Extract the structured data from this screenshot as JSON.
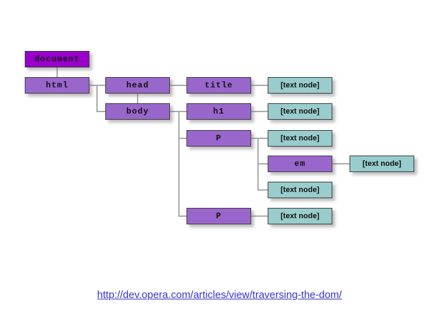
{
  "slide": {
    "background": "#ffffff",
    "footer_link": "http://dev.opera.com/articles/view/traversing-the-dom/"
  },
  "tree": {
    "type": "dom-tree-diagram",
    "root": "document",
    "labels": {
      "document": "document",
      "html": "html",
      "head": "head",
      "body": "body",
      "title": "title",
      "h1": "h1",
      "p1": "p",
      "em": "em",
      "p2": "p",
      "text_node": "[text node]"
    },
    "structure": [
      "document > html",
      "html > head, body",
      "head > title",
      "title > [text node]",
      "body > h1, p, p",
      "h1 > [text node]",
      "p(1) > [text node], em, [text node]",
      "em > [text node]",
      "p(2) > [text node]"
    ]
  },
  "colors": {
    "document_fill": "#9900cc",
    "element_fill": "#9966cc",
    "text_node_fill": "#99cccc",
    "connector": "#ababab",
    "border": "#3f3f3f",
    "label_text": "#111111",
    "link": "#3333cc"
  }
}
